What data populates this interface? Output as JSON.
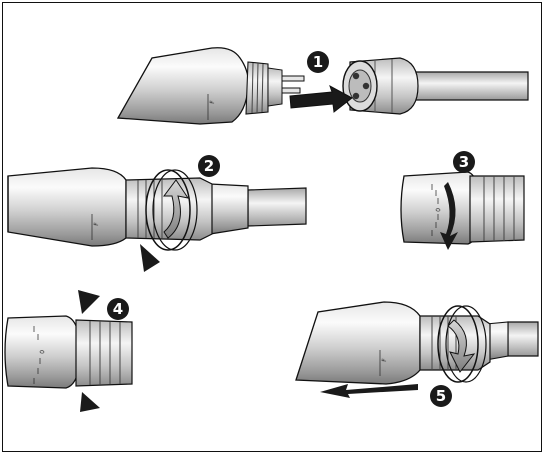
{
  "steps": [
    {
      "number": "1"
    },
    {
      "number": "2"
    },
    {
      "number": "3"
    },
    {
      "number": "4"
    },
    {
      "number": "5"
    }
  ],
  "markings": {
    "f_mark": "F",
    "dial_zero": "0"
  },
  "colors": {
    "outline": "#111111",
    "badge": "#1a1a1a",
    "metal_light": "#f2f2f2",
    "metal_mid": "#c9c9c9",
    "metal_dark": "#8a8a8a"
  }
}
